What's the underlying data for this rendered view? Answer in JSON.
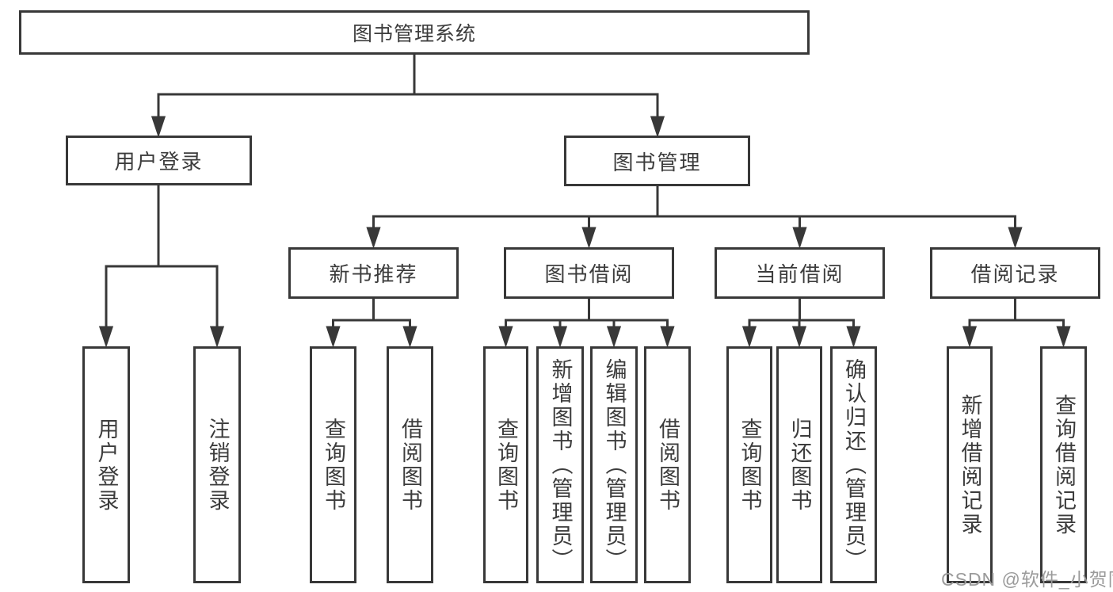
{
  "diagram": {
    "root": {
      "label": "图书管理系统"
    },
    "level2": {
      "user_login": {
        "label": "用户登录"
      },
      "book_mgmt": {
        "label": "图书管理"
      }
    },
    "level3": {
      "new_book": {
        "label": "新书推荐"
      },
      "borrow": {
        "label": "图书借阅"
      },
      "current": {
        "label": "当前借阅"
      },
      "records": {
        "label": "借阅记录"
      }
    },
    "leaves": {
      "user_login_1": {
        "label": "用户登录"
      },
      "user_login_2": {
        "label": "注销登录"
      },
      "new_book_1": {
        "label": "查询图书"
      },
      "new_book_2": {
        "label": "借阅图书"
      },
      "borrow_1": {
        "label": "查询图书"
      },
      "borrow_2": {
        "label": "新增图书（管理员）"
      },
      "borrow_3": {
        "label": "编辑图书（管理员）"
      },
      "borrow_4": {
        "label": "借阅图书"
      },
      "current_1": {
        "label": "查询图书"
      },
      "current_2": {
        "label": "归还图书"
      },
      "current_3": {
        "label": "确认归还（管理员）"
      },
      "records_1": {
        "label": "新增借阅记录"
      },
      "records_2": {
        "label": "查询借阅记录"
      }
    },
    "colors": {
      "line": "#383838",
      "text": "#3c3c3c",
      "watermark": "#9b9b9b",
      "background": "#ffffff"
    },
    "watermark": "CSDN @软件_小贺同学"
  }
}
